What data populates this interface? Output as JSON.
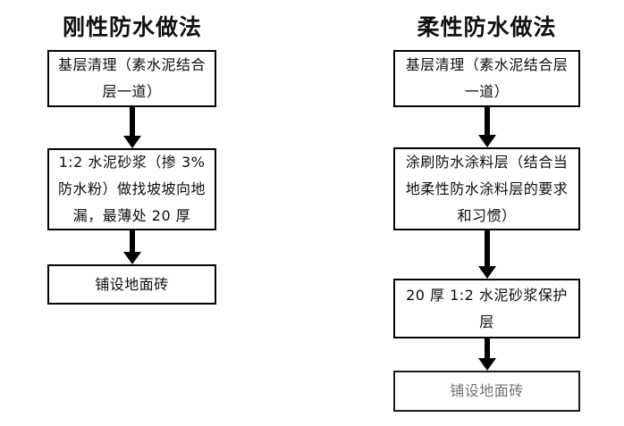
{
  "diagram": {
    "type": "flowchart",
    "orientation": "vertical",
    "columns": [
      {
        "id": "rigid",
        "title": "刚性防水做法",
        "nodes": [
          {
            "id": "l1",
            "label": "基层清理（素水泥结合层一道）"
          },
          {
            "id": "l2",
            "label": "1:2 水泥砂浆（掺 3%防水粉）做找坡坡向地漏，最薄处 20 厚"
          },
          {
            "id": "l3",
            "label": "铺设地面砖"
          }
        ],
        "connectors": [
          {
            "from": "l1",
            "to": "l2",
            "glyph": "down-arrow"
          },
          {
            "from": "l2",
            "to": "l3",
            "glyph": "down-arrow"
          }
        ]
      },
      {
        "id": "flexible",
        "title": "柔性防水做法",
        "nodes": [
          {
            "id": "r1",
            "label": "基层清理（素水泥结合层一道）"
          },
          {
            "id": "r2",
            "label": "涂刷防水涂料层（结合当地柔性防水涂料层的要求和习惯）"
          },
          {
            "id": "r3",
            "label": "20 厚 1:2 水泥砂浆保护层"
          },
          {
            "id": "r4",
            "label": "铺设地面砖"
          }
        ],
        "connectors": [
          {
            "from": "r1",
            "to": "r2",
            "glyph": "down-arrow"
          },
          {
            "from": "r2",
            "to": "r3",
            "glyph": "down-arrow"
          },
          {
            "from": "r3",
            "to": "r4",
            "glyph": "down-arrow"
          }
        ]
      }
    ],
    "colors": {
      "background": "#ffffff",
      "stroke": "#000000",
      "text": "#0d0d0d",
      "node_fill": "#ffffff"
    }
  }
}
